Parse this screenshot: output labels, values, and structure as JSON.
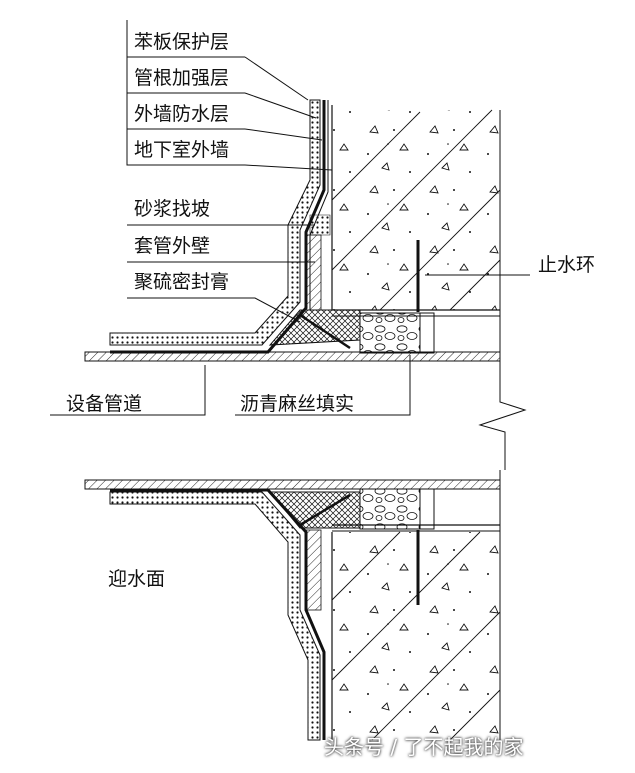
{
  "labels": {
    "layer_1": "苯板保护层",
    "layer_2": "管根加强层",
    "layer_3": "外墙防水层",
    "layer_4": "地下室外墙",
    "mortar_slope": "砂浆找坡",
    "sleeve_wall": "套管外壁",
    "sealant": "聚硫密封膏",
    "water_stop_ring": "止水环",
    "equipment_pipe": "设备管道",
    "asphalt_fill": "沥青麻丝填实",
    "water_side": "迎水面"
  },
  "watermark": "头条号 / 了不起我的家",
  "colors": {
    "line": "#111111",
    "background": "#ffffff",
    "sealant_fill": "#6b6b6b"
  }
}
